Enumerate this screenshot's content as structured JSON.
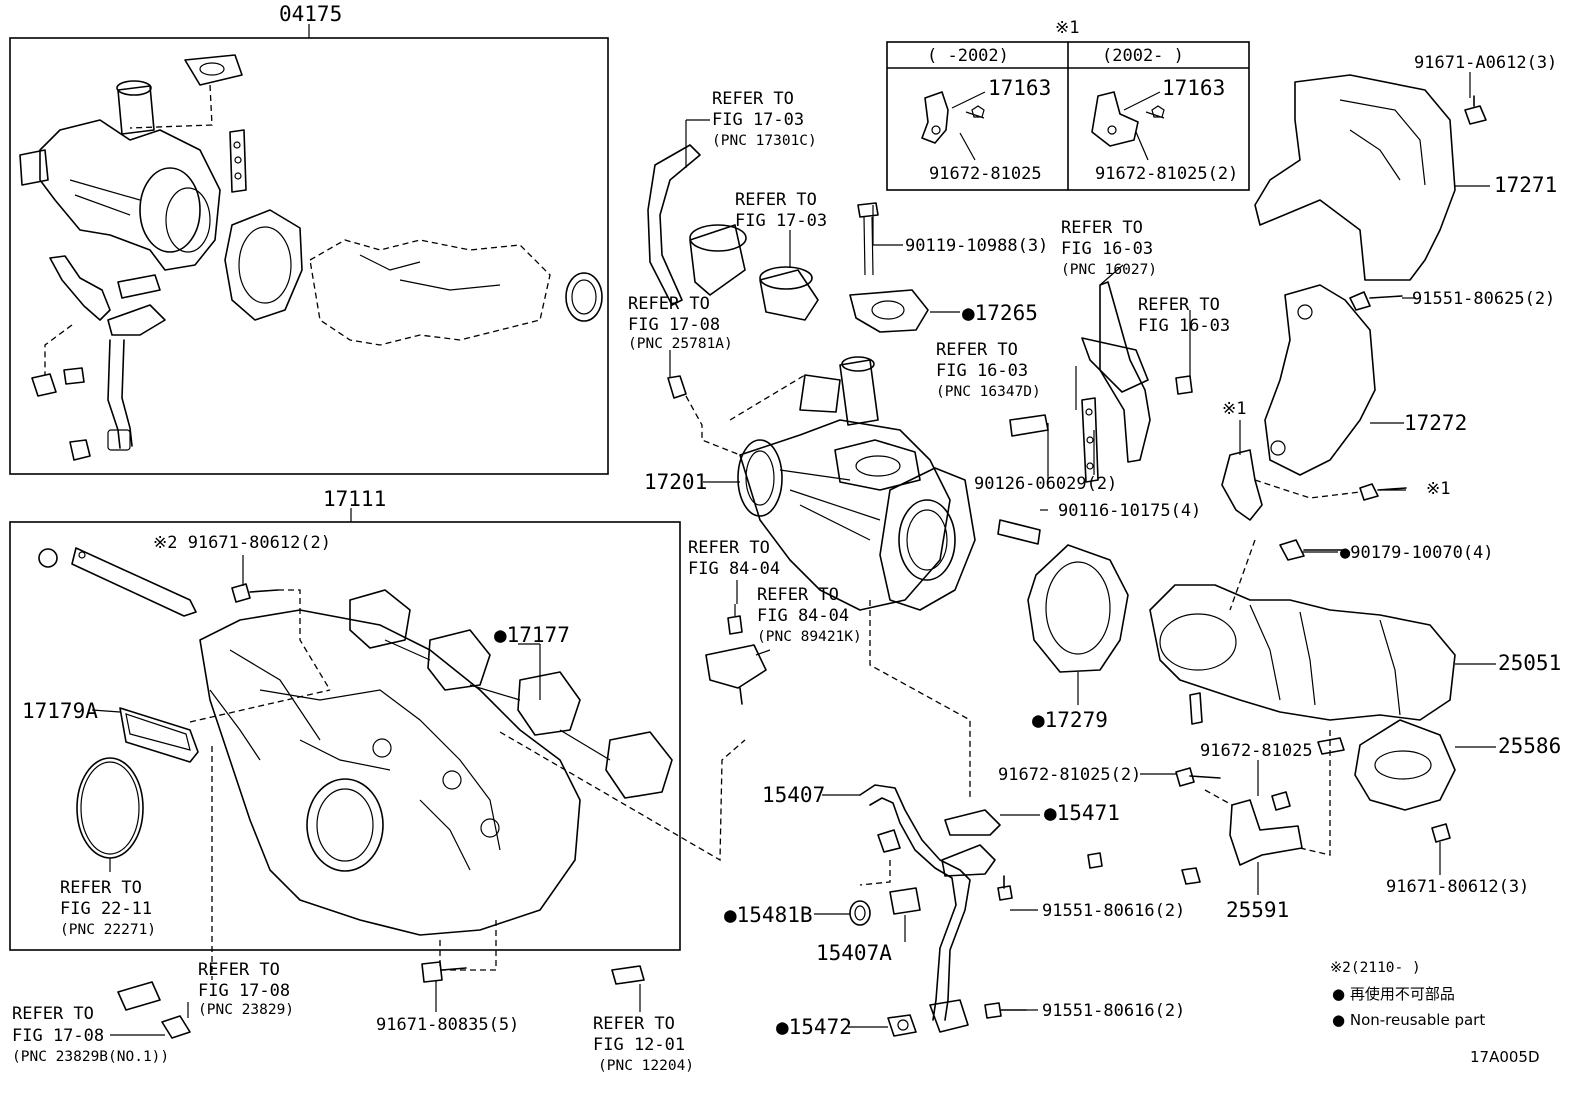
{
  "diagram_id": "17A005D",
  "groups": {
    "g04175": "04175",
    "g17111": "17111"
  },
  "table": {
    "marker": "※1",
    "col1": "(      -2002)",
    "col2": "(2002-      )",
    "c1_part": "17163",
    "c1_bolt": "91672-81025",
    "c2_part": "17163",
    "c2_bolt": "91672-81025(2)"
  },
  "refs": {
    "r1": [
      "REFER TO",
      "FIG 17-03",
      "(PNC 17301C)"
    ],
    "r2": [
      "REFER TO",
      "FIG 17-03"
    ],
    "r3": [
      "REFER TO",
      "FIG 17-08",
      "(PNC 25781A)"
    ],
    "r4": [
      "REFER TO",
      "FIG 16-03",
      "(PNC 16027)"
    ],
    "r5": [
      "REFER TO",
      "FIG 16-03"
    ],
    "r6": [
      "REFER TO",
      "FIG 16-03",
      "(PNC 16347D)"
    ],
    "r7": [
      "REFER TO",
      "FIG 84-04"
    ],
    "r8": [
      "REFER TO",
      "FIG 84-04",
      "(PNC 89421K)"
    ],
    "r9": [
      "REFER TO",
      "FIG 22-11",
      "(PNC 22271)"
    ],
    "r10": [
      "REFER TO",
      "FIG 17-08",
      "(PNC 23829)"
    ],
    "r11": [
      "REFER TO",
      "FIG 17-08",
      "(PNC 23829B(NO.1))"
    ],
    "r12": [
      "REFER TO",
      "FIG 12-01",
      "(PNC 12204)"
    ]
  },
  "parts": {
    "p91671A": "91671-A0612(3)",
    "p17271": "17271",
    "p90119": "90119-10988(3)",
    "p17265": "●17265",
    "p91551_625": "91551-80625(2)",
    "p17272": "17272",
    "p90126": "90126-06029(2)",
    "p17201": "17201",
    "p90116": "90116-10175(4)",
    "p_x1": "※1",
    "p_x1b": "※1",
    "p90179": "●90179-10070(4)",
    "p91671_612_2": "※2 91671-80612(2)",
    "p17177": "●17177",
    "p17179A": "17179A",
    "p17279": "●17279",
    "p25051": "25051",
    "p25586": "25586",
    "p91672_a": "91672-81025",
    "p91672_b": "91672-81025(2)",
    "p15471": "●15471",
    "p15407": "15407",
    "p25591": "25591",
    "p91671_612_3": "91671-80612(3)",
    "p15481B": "●15481B",
    "p91551_616a": "91551-80616(2)",
    "p15407A": "15407A",
    "p91671_835": "91671-80835(5)",
    "p15472": "●15472",
    "p91551_616b": "91551-80616(2)"
  },
  "legend": {
    "note2": "※2(2110-      )",
    "jp": "● 再使用不可部品",
    "en": "● Non-reusable part"
  }
}
